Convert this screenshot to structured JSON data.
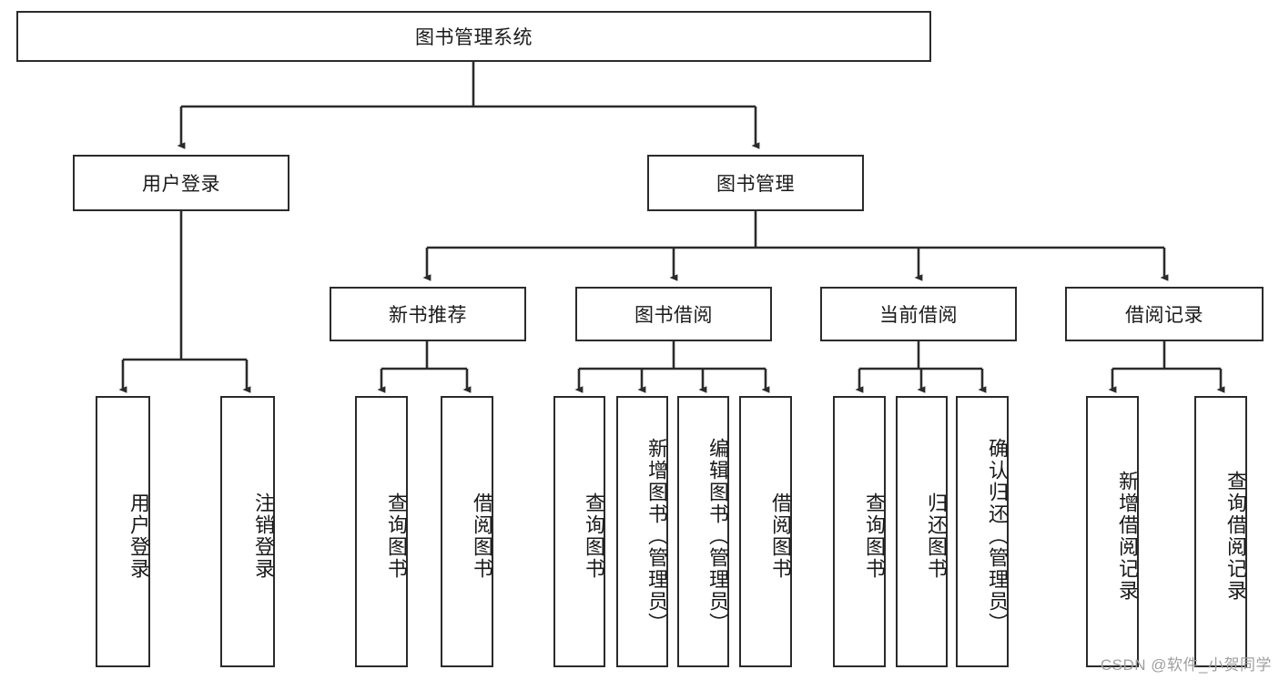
{
  "diagram": {
    "title": "图书管理系统",
    "type": "tree-hierarchy-chart",
    "watermark": "CSDN @软件_小贺同学",
    "colors": {
      "border": "#2b2b2b",
      "background": "#ffffff",
      "text": "#1a1a1a",
      "watermark": "#9f9f9f"
    },
    "root": {
      "label": "图书管理系统"
    },
    "level2": [
      {
        "label": "用户登录"
      },
      {
        "label": "图书管理"
      }
    ],
    "level3": [
      {
        "label": "新书推荐"
      },
      {
        "label": "图书借阅"
      },
      {
        "label": "当前借阅"
      },
      {
        "label": "借阅记录"
      }
    ],
    "leaves_user_login": [
      {
        "label": "用户登录"
      },
      {
        "label": "注销登录"
      }
    ],
    "leaves_new_book": [
      {
        "label": "查询图书"
      },
      {
        "label": "借阅图书"
      }
    ],
    "leaves_borrow": [
      {
        "label": "查询图书"
      },
      {
        "label": "新增图书（管理员）"
      },
      {
        "label": "编辑图书（管理员）"
      },
      {
        "label": "借阅图书"
      }
    ],
    "leaves_current": [
      {
        "label": "查询图书"
      },
      {
        "label": "归还图书"
      },
      {
        "label": "确认归还（管理员）"
      }
    ],
    "leaves_records": [
      {
        "label": "新增借阅记录"
      },
      {
        "label": "查询借阅记录"
      }
    ]
  }
}
